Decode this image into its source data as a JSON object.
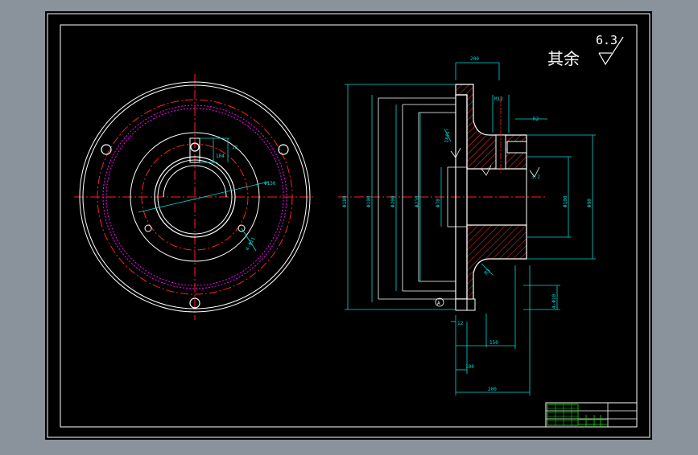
{
  "colors": {
    "background": "#8a929c",
    "sheet": "#000000",
    "frame": "#ffffff",
    "centerline": "#ff2020",
    "dimension": "#00d8d8",
    "hidden": "#ff00ff",
    "hatch": "#ff3030",
    "title_block": "#00e000"
  },
  "roughness": {
    "label": "其余",
    "value": "6.3"
  },
  "dimensions": {
    "top_width": "200",
    "slot_width": "M12",
    "keyway": "R2",
    "dia_1": "Φ180",
    "dia_2": "Φ190",
    "dia_3": "Φ200",
    "dia_4": "Φ210",
    "dia_5": "Φ100",
    "bore": "Φ70",
    "right_dia": "Φ90",
    "chamfer": "1X45°",
    "fillet": "R3",
    "rough_right": "3.2",
    "note_right": "4-Φ10",
    "step": "12",
    "bottom_1": "150",
    "bottom_2": "100",
    "bottom_3": "200",
    "face_label_1": "A",
    "left_pcd": "Φ130",
    "left_hole": "4-Φ11",
    "left_key_1": "12",
    "left_key_2": "104"
  }
}
